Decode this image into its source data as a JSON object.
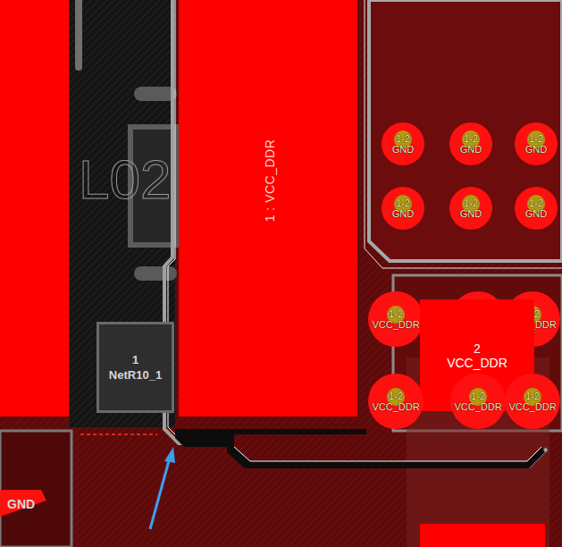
{
  "diagram": {
    "nodes": [
      {
        "text": [
          "1 : VCC_DDR"
        ]
      },
      {
        "text": [
          "1-2",
          "GND"
        ]
      },
      {
        "text": [
          "1-2",
          "GND"
        ]
      },
      {
        "text": [
          "1-2",
          "GND"
        ]
      },
      {
        "text": [
          "1-2",
          "GND"
        ]
      },
      {
        "text": [
          "1-2",
          "GND"
        ]
      },
      {
        "text": [
          "1-2",
          "GND"
        ]
      },
      {
        "text": [
          "1",
          "NetR10_1"
        ]
      },
      {
        "text": [
          "1-2",
          "VCC_DDR"
        ]
      },
      {
        "text": [
          "1-2",
          "VCC_DDR"
        ]
      },
      {
        "text": [
          "1-2",
          "VCC_DDR"
        ]
      },
      {
        "text": [
          "2",
          "VCC_DDR"
        ]
      },
      {
        "text": [
          "1-2",
          "VCC_DDR"
        ]
      },
      {
        "text": [
          "1-2",
          "VCC_DDR"
        ]
      },
      {
        "text": [
          "1-2",
          "VCC_DDR"
        ]
      }
    ],
    "labels": [
      "L02",
      "GND"
    ]
  }
}
